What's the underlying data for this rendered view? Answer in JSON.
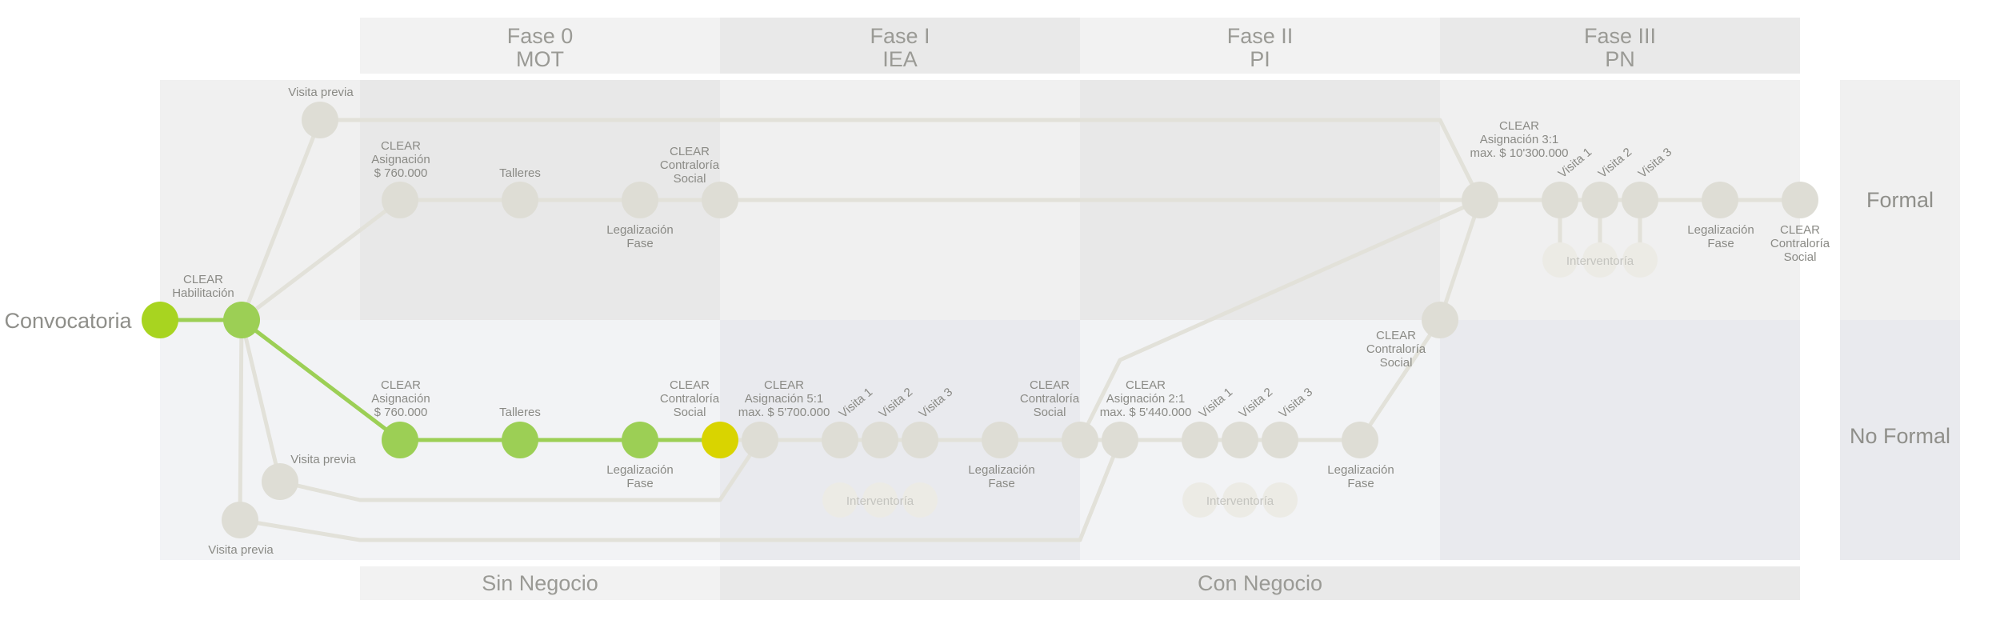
{
  "phases": [
    {
      "name": "Fase 0",
      "code": "MOT"
    },
    {
      "name": "Fase I",
      "code": "IEA"
    },
    {
      "name": "Fase II",
      "code": "PI"
    },
    {
      "name": "Fase III",
      "code": "PN"
    }
  ],
  "rows": {
    "formal": "Formal",
    "no_formal": "No Formal"
  },
  "footer": {
    "sin_negocio": "Sin Negocio",
    "con_negocio": "Con Negocio"
  },
  "start": {
    "label": "Convocatoria",
    "habilitacion": [
      "CLEAR",
      "Habilitación"
    ]
  },
  "visita_previa": "Visita previa",
  "formal_path": {
    "asignacion": [
      "CLEAR",
      "Asignación",
      "$ 760.000"
    ],
    "talleres": "Talleres",
    "legalizacion": [
      "Legalización",
      "Fase"
    ],
    "contraloria": [
      "CLEAR",
      "Contraloría",
      "Social"
    ],
    "asignacion_pn": [
      "CLEAR",
      "Asignación 3:1",
      "max. $ 10'300.000"
    ],
    "visita_1": "Visita 1",
    "visita_2": "Visita 2",
    "visita_3": "Visita 3",
    "interventoria": "Interventoría",
    "legalizacion_pn": [
      "Legalización",
      "Fase"
    ],
    "contraloria_final": [
      "CLEAR",
      "Contraloría",
      "Social"
    ]
  },
  "noformal_path": {
    "asignacion": [
      "CLEAR",
      "Asignación",
      "$ 760.000"
    ],
    "talleres": "Talleres",
    "legalizacion": [
      "Legalización",
      "Fase"
    ],
    "contraloria": [
      "CLEAR",
      "Contraloría",
      "Social"
    ],
    "asignacion_iea": [
      "CLEAR",
      "Asignación 5:1",
      "max. $ 5'700.000"
    ],
    "visita_1": "Visita 1",
    "visita_2": "Visita 2",
    "visita_3": "Visita 3",
    "interventoria": "Interventoría",
    "legalizacion_iea": [
      "Legalización",
      "Fase"
    ],
    "contraloria_iea": [
      "CLEAR",
      "Contraloría",
      "Social"
    ],
    "asignacion_pi": [
      "CLEAR",
      "Asignación 2:1",
      "max. $ 5'440.000"
    ],
    "interventoria_pi": "Interventoría",
    "legalizacion_pi": [
      "Legalización",
      "Fase"
    ],
    "contraloria_pi": [
      "CLEAR",
      "Contraloría",
      "Social"
    ]
  },
  "colors": {
    "active_green": "#9ccf55",
    "start_green": "#a8d420",
    "current_yellow": "#d9d400",
    "inactive_node": "#deddd5",
    "inactive_line": "#e2e1d9",
    "faint_node": "#ecebe5",
    "label_grey": "#8a8a85",
    "band_header_light": "#f2f2f2",
    "band_header_dark": "#e8e8e8",
    "formal_band": "#efefef",
    "formal_band_dark": "#e8e8e8",
    "noformal_band": "#f2f3f5",
    "noformal_band_dark": "#e9eaee"
  }
}
